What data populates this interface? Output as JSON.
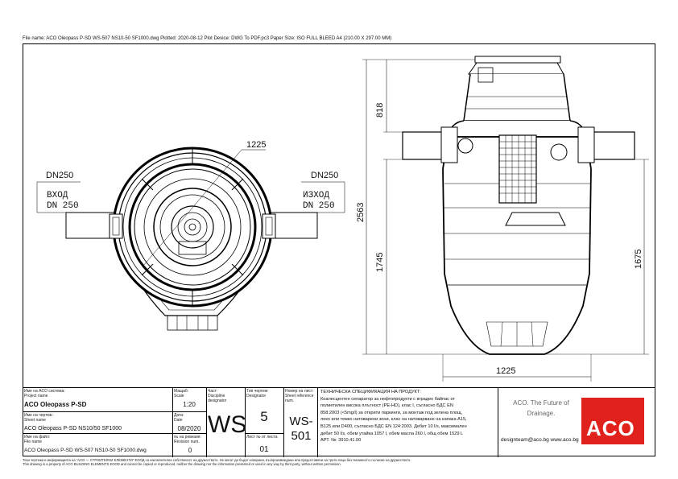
{
  "header": {
    "file_line": "File name: ACO Oleopass P-SD WS-507 NS10-50 SF1000.dwg   Plotted: 2020-08-12   Plot Device: DWG To PDF.pc3   Paper Size: ISO FULL BLEED A4 (210.00 X 297.00 MM)"
  },
  "drawing": {
    "top_view": {
      "dia": "1225",
      "inlet_size": "DN250",
      "inlet_label": "ВХОД",
      "inlet_sub": "DN 250",
      "outlet_size": "DN250",
      "outlet_label": "ИЗХОД",
      "outlet_sub": "DN 250"
    },
    "side_view": {
      "dim_top": "818",
      "dim_total": "2563",
      "dim_lower": "1745",
      "dim_right": "1675",
      "dim_width": "1225"
    }
  },
  "title_block": {
    "project_label_bg": "Име на ACO система:",
    "project_label_en": "Project name",
    "project_name": "ACO Oleopass P-SD",
    "sheet_label_bg": "Име на чертеж:",
    "sheet_label_en": "Sheet name",
    "sheet_name": "ACO Oleopass P-SD NS10/50 SF1000",
    "file_label_bg": "Име на файл:",
    "file_label_en": "File name",
    "file_name": "ACO Oleopass P-SD WS-507 NS10-50 SF1000.dwg",
    "scale_label_bg": "Мащаб:",
    "scale_label_en": "Scale",
    "scale": "1:20",
    "date_label_bg": "Дата:",
    "date_label_en": "Date",
    "date": "08/2020",
    "revision_label_bg": "№ на ревизия:",
    "revision_label_en": "Revision num.",
    "revision": "0",
    "part_label_bg": "Част:",
    "part_label_en": "Discipline designator",
    "part": "WS",
    "type_label_bg": "Тип чертеж:",
    "type_label_en": "Designator",
    "type": "5",
    "sheet_no_label": "Лист № от листа",
    "sheet_no": "01",
    "ref_label_bg": "Номер на лист:",
    "ref_label_en": "Sheet reference num.",
    "ref": "WS-501",
    "spec_title": "ТЕХНИЧЕСКА СПЕЦИФИКАЦИЯ НА ПРОДУКТ:",
    "spec_lines": [
      "Коалесцентен сепаратор за нефтопродукти с вграден байпас от",
      "полиетилен висока плътност (PE-HD), клас I, съгласно БДС EN",
      "858:2003 (<5mg/l) за открити паркинги, за монтаж под зеленa площ,",
      "леко или тежко натоварени зони, клас на натоварване на капака A15,",
      "B125 или D400, съгласно БДС EN 124:2003. Дебит 10 l/s, максимален",
      "дебит 50 l/s, обем утайка 1057 l, обем масла 260 l, общ обем 1529 L"
    ],
    "art_no": "АРТ. №: 3910.41.00",
    "slogan_1": "ACO. The Future of",
    "slogan_2": "Drainage.",
    "contact": "designteam@aco.bg  www.aco.bg",
    "logo_text": "ACO",
    "brand_color": "#e1221c"
  },
  "footer": {
    "line1": "Тези чертежи и информацията на \"ACO — СТРОИТЕЛНИ ЕЛЕМЕНТИ\" ЕООД са изключителна собственост на дружеството. Не могат да бъдат копирани, възпроизвеждани или предоставяни на трети лица без писменото съгласие на дружеството.",
    "line2": "This drawing is a property of ACO BUILDING ELEMENTS EOOD and cannot be copied or reproduced, neither the drawing nor the information presented or used in any way by third party, without written permission."
  }
}
